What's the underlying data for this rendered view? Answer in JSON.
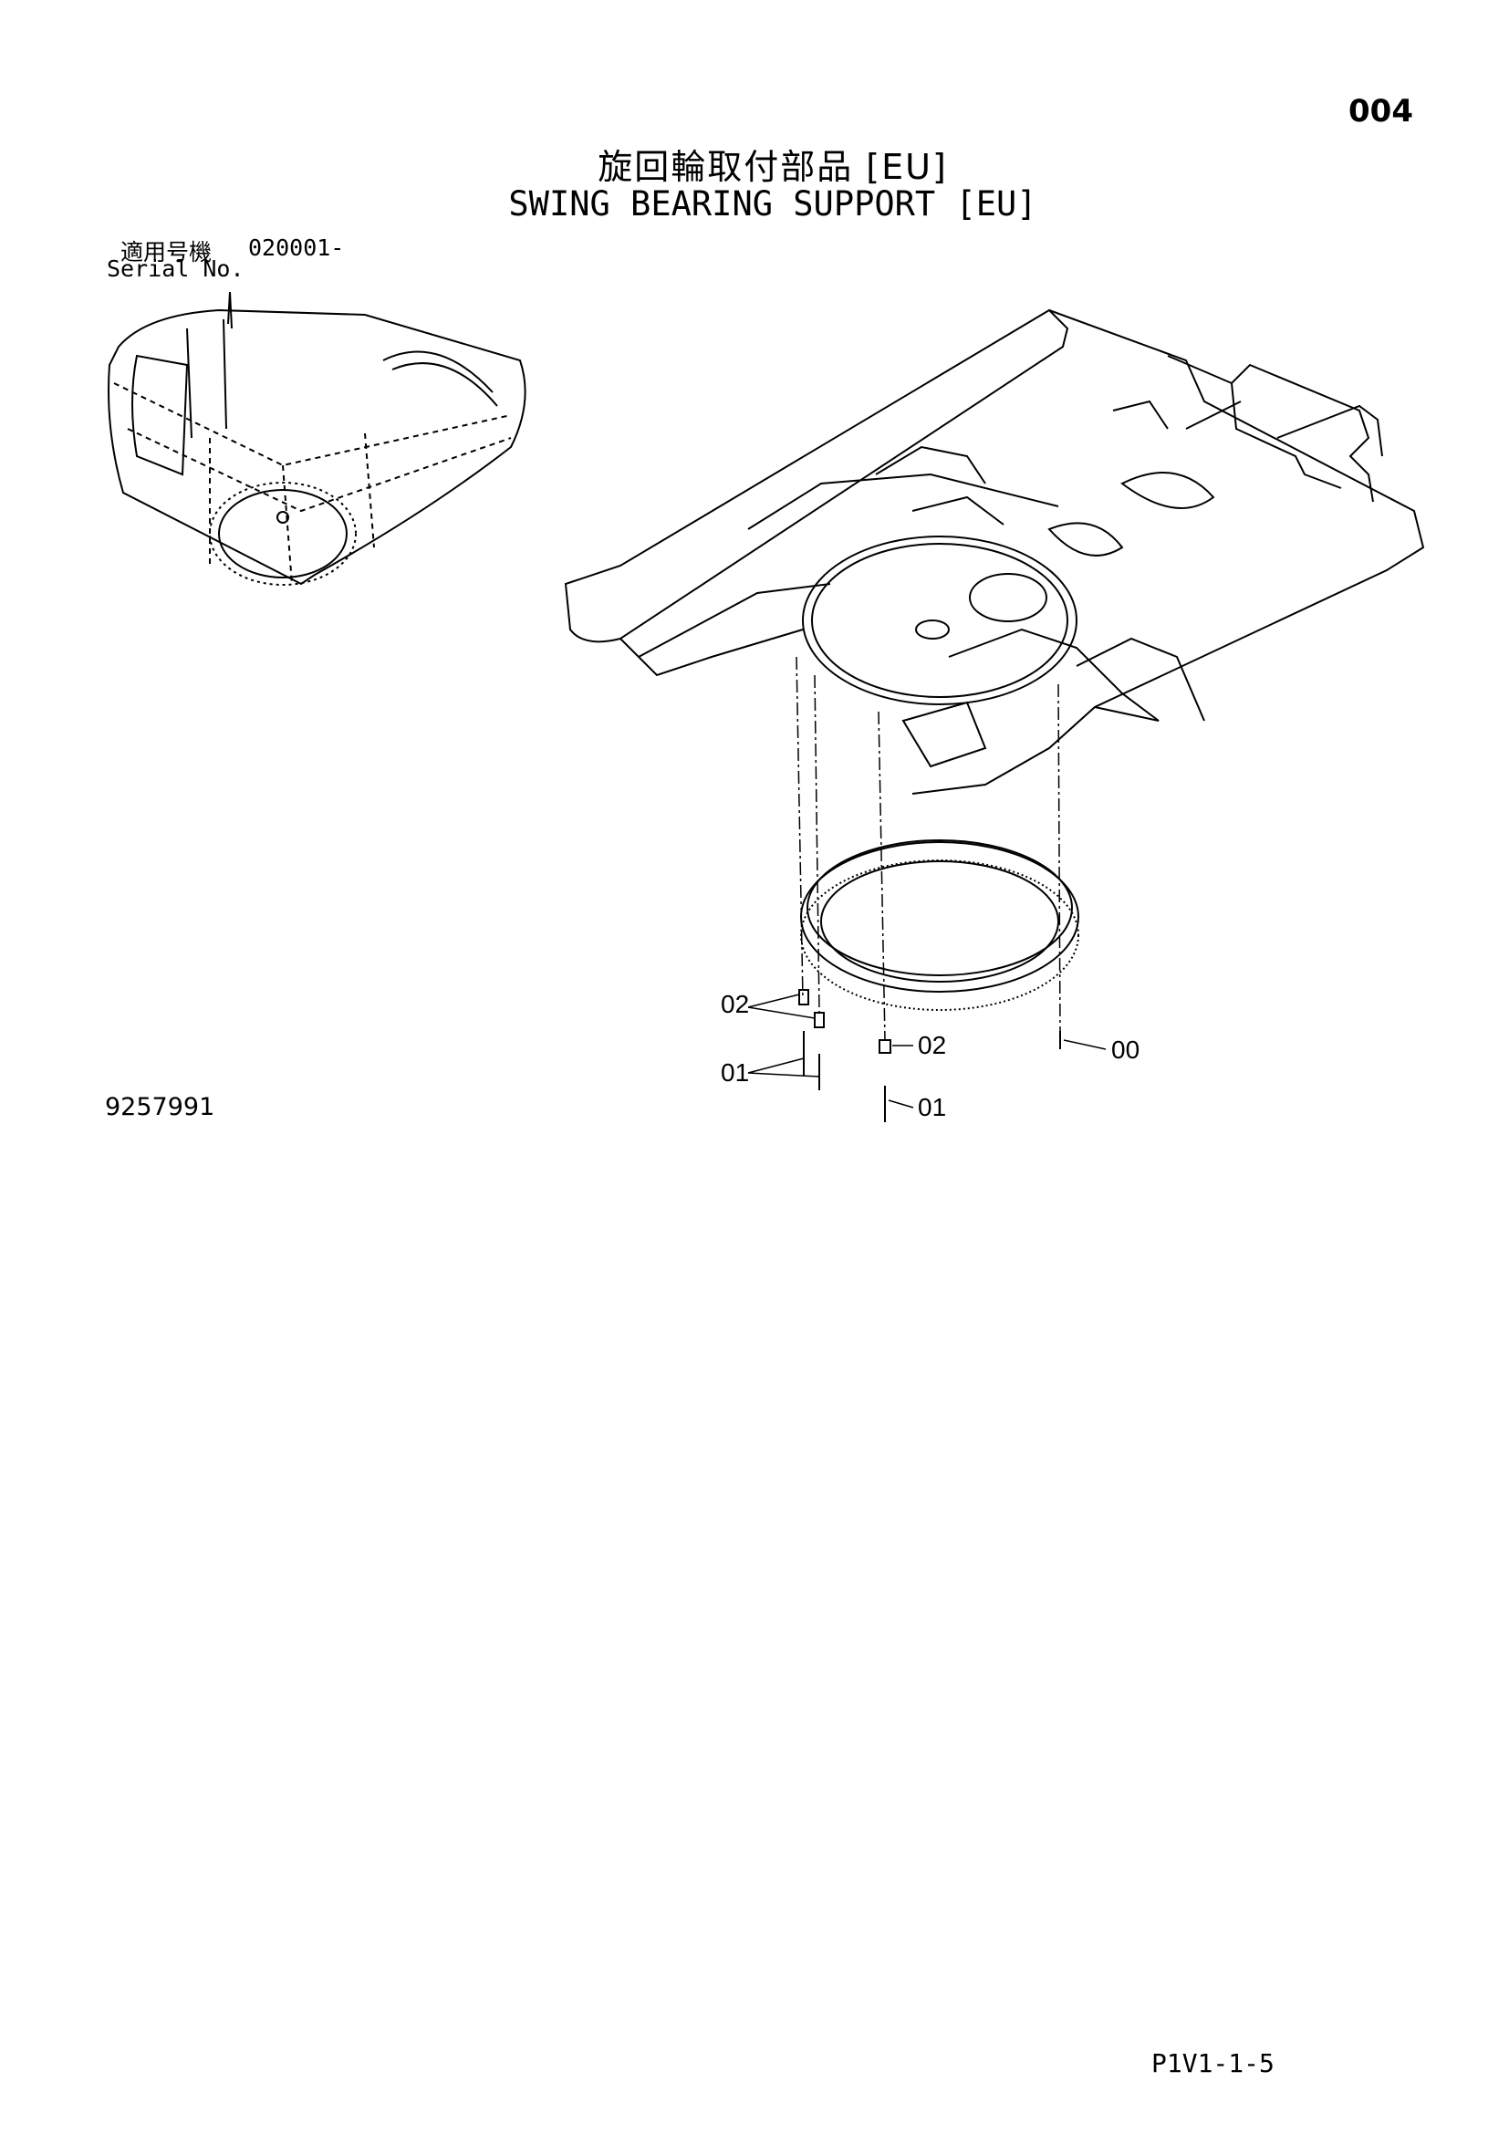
{
  "page": {
    "page_number": "004",
    "title_jp": "旋回輪取付部品 [EU]",
    "title_en": "SWING BEARING SUPPORT [EU]",
    "serial_label_jp": "適用号機",
    "serial_range": "020001-",
    "serial_label_en": "Serial No.",
    "drawing_number": "9257991",
    "footer_code": "P1V1-1-5"
  },
  "callouts": [
    "02",
    "01",
    "02",
    "01",
    "00"
  ]
}
